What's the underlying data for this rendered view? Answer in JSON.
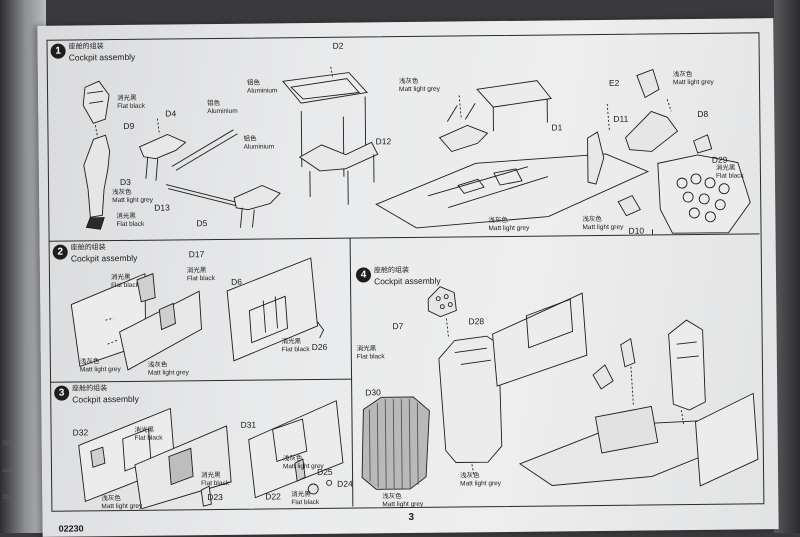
{
  "document": {
    "page_number": "3",
    "product_code": "02230"
  },
  "backdrop": {
    "edge_texts": [
      "3pcs",
      "4pcs",
      "2pcs"
    ]
  },
  "colors": {
    "ink": "#1d1d1d",
    "paper": "#eeeeee",
    "backdrop": "#3a3a3c"
  },
  "steps": [
    {
      "number": "1",
      "title_zh": "座舱的组装",
      "title_en": "Cockpit assembly",
      "parts": [
        "D2",
        "D4",
        "D9",
        "D3",
        "D13",
        "D5",
        "D12",
        "D1",
        "E2",
        "D11",
        "D8",
        "D29",
        "D10"
      ],
      "notes": [
        {
          "zh": "消光黑",
          "en": "Flat black"
        },
        {
          "zh": "铝色",
          "en": "Aluminium"
        },
        {
          "zh": "铝色",
          "en": "Aluminium"
        },
        {
          "zh": "铝色",
          "en": "Aluminium"
        },
        {
          "zh": "浅灰色",
          "en": "Matt light grey"
        },
        {
          "zh": "消光黑",
          "en": "Flat black"
        },
        {
          "zh": "浅灰色",
          "en": "Matt light grey"
        },
        {
          "zh": "浅灰色",
          "en": "Matt light grey"
        },
        {
          "zh": "浅灰色",
          "en": "Matt light grey"
        },
        {
          "zh": "消光黑",
          "en": "Flat black"
        },
        {
          "zh": "浅灰色",
          "en": "Matt light grey"
        }
      ]
    },
    {
      "number": "2",
      "title_zh": "座舱的组装",
      "title_en": "Cockpit assembly",
      "parts": [
        "D17",
        "D6",
        "D26"
      ],
      "notes": [
        {
          "zh": "消光黑",
          "en": "Flat black"
        },
        {
          "zh": "浅灰色",
          "en": "Matt light grey"
        },
        {
          "zh": "浅灰色",
          "en": "Matt light grey"
        },
        {
          "zh": "消光黑",
          "en": "Flat black"
        },
        {
          "zh": "消光黑",
          "en": "Flat black"
        }
      ]
    },
    {
      "number": "3",
      "title_zh": "座舱的组装",
      "title_en": "Cockpit assembly",
      "parts": [
        "D32",
        "D31",
        "D23",
        "D25",
        "D24",
        "D22"
      ],
      "notes": [
        {
          "zh": "消光黑",
          "en": "Flat black"
        },
        {
          "zh": "消光黑",
          "en": "Flat black"
        },
        {
          "zh": "浅灰色",
          "en": "Matt light grey"
        },
        {
          "zh": "浅灰色",
          "en": "Matt light grey"
        },
        {
          "zh": "消光黑",
          "en": "Flat black"
        }
      ]
    },
    {
      "number": "4",
      "title_zh": "座舱的组装",
      "title_en": "Cockpit assembly",
      "parts": [
        "D7",
        "D28",
        "D30"
      ],
      "notes": [
        {
          "zh": "消光黑",
          "en": "Flat black"
        },
        {
          "zh": "浅灰色",
          "en": "Matt light grey"
        },
        {
          "zh": "浅灰色",
          "en": "Matt light grey"
        }
      ]
    }
  ]
}
